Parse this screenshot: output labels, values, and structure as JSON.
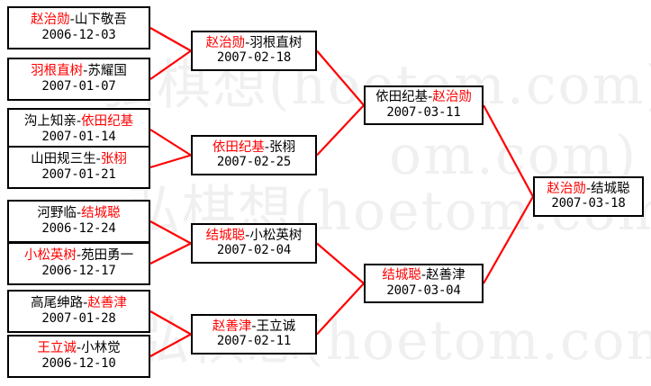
{
  "diagram": {
    "type": "single-elimination-bracket",
    "separator": "-",
    "winner_color": "#ff0000",
    "loser_color": "#000000",
    "connector_color": "#ff0000",
    "box_border_color": "#000000",
    "background_color": "#ffffff"
  },
  "watermark": {
    "text": "弘棋想(hoetom.com)",
    "fragment_right": "om.com)  弘"
  },
  "rounds": [
    {
      "name": "round-1",
      "matches": [
        {
          "winner": "赵治勋",
          "loser": "山下敬吾",
          "date": "2006-12-03"
        },
        {
          "winner": "羽根直树",
          "loser": "苏耀国",
          "date": "2007-01-07"
        },
        {
          "winner": "依田纪基",
          "loser": "沟上知亲",
          "date": "2007-01-14",
          "winner_first": false
        },
        {
          "winner": "张栩",
          "loser": "山田规三生",
          "date": "2007-01-21",
          "winner_first": false
        },
        {
          "winner": "结城聪",
          "loser": "河野临",
          "date": "2006-12-24",
          "winner_first": false
        },
        {
          "winner": "小松英树",
          "loser": "苑田勇一",
          "date": "2006-12-17"
        },
        {
          "winner": "赵善津",
          "loser": "高尾绅路",
          "date": "2007-01-28",
          "winner_first": false
        },
        {
          "winner": "王立诚",
          "loser": "小林觉",
          "date": "2006-12-10"
        }
      ]
    },
    {
      "name": "round-2",
      "matches": [
        {
          "winner": "赵治勋",
          "loser": "羽根直树",
          "date": "2007-02-18"
        },
        {
          "winner": "依田纪基",
          "loser": "张栩",
          "date": "2007-02-25"
        },
        {
          "winner": "结城聪",
          "loser": "小松英树",
          "date": "2007-02-04"
        },
        {
          "winner": "赵善津",
          "loser": "王立诚",
          "date": "2007-02-11"
        }
      ]
    },
    {
      "name": "semifinal",
      "matches": [
        {
          "winner": "赵治勋",
          "loser": "依田纪基",
          "date": "2007-03-11",
          "winner_first": false
        },
        {
          "winner": "结城聪",
          "loser": "赵善津",
          "date": "2007-03-04"
        }
      ]
    },
    {
      "name": "final",
      "matches": [
        {
          "winner": "赵治勋",
          "loser": "结城聪",
          "date": "2007-03-18"
        }
      ]
    }
  ]
}
